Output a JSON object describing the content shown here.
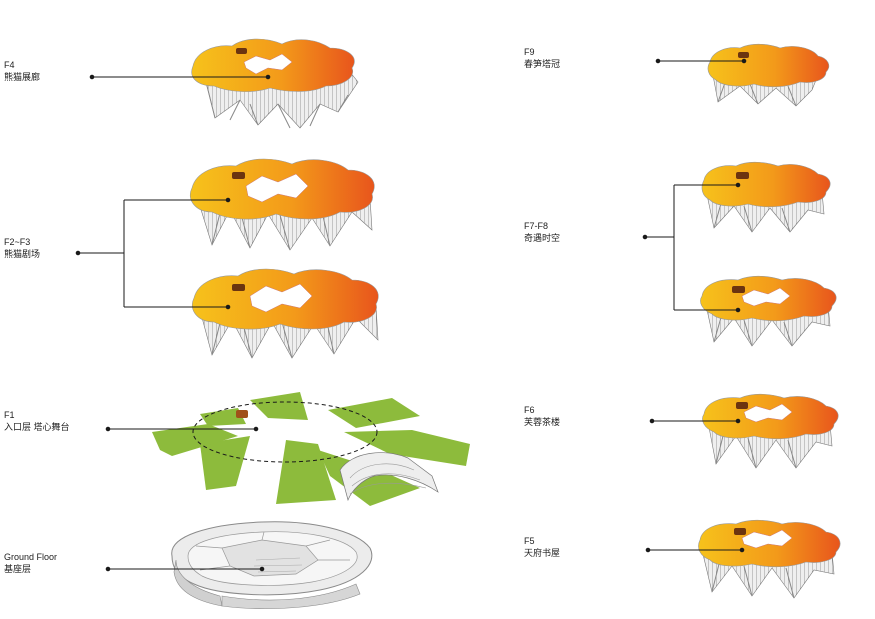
{
  "colors": {
    "floor_yellow": "#f6c21b",
    "floor_orange": "#f39a1a",
    "floor_red": "#e8551c",
    "green": "#8dbb3c",
    "structure": "#d9d9d9",
    "outline": "#555555",
    "leader": "#1a1a1a"
  },
  "levels": [
    {
      "id": "f4",
      "code": "F4",
      "name": "熊猫展廊"
    },
    {
      "id": "f2f3",
      "code": "F2~F3",
      "name": "熊猫剧场"
    },
    {
      "id": "f1",
      "code": "F1",
      "name": "入口层 塔心舞台"
    },
    {
      "id": "ground",
      "code": "Ground Floor",
      "name": "基座层"
    },
    {
      "id": "f9",
      "code": "F9",
      "name": "春笋塔冠"
    },
    {
      "id": "f7f8",
      "code": "F7-F8",
      "name": "奇遇时空"
    },
    {
      "id": "f6",
      "code": "F6",
      "name": "芙蓉茶楼"
    },
    {
      "id": "f5",
      "code": "F5",
      "name": "天府书屋"
    }
  ]
}
